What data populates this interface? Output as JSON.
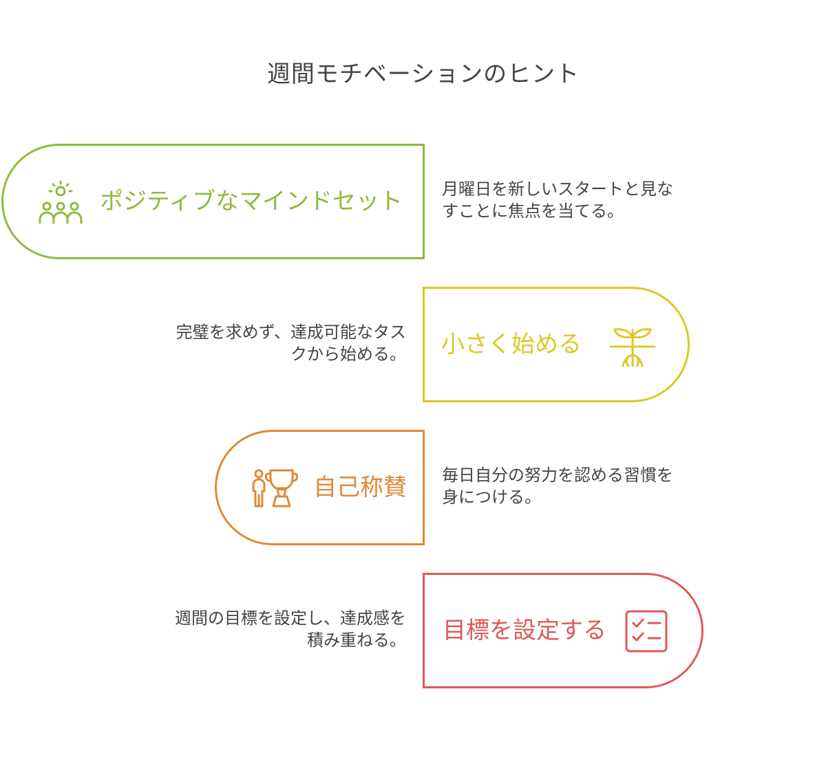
{
  "title": "週間モチベーションのヒント",
  "steps": [
    {
      "label": "ポジティブなマインドセット",
      "icon": "group-people-icon",
      "color": "#8ebb3c",
      "description_lines": [
        "月曜日を新しいスタートと見な",
        "すことに焦点を当てる。"
      ]
    },
    {
      "label": "小さく始める",
      "icon": "sprout-icon",
      "color": "#dcc825",
      "description_lines": [
        "完璧を求めず、達成可能なタス",
        "クから始める。"
      ]
    },
    {
      "label": "自己称賛",
      "icon": "trophy-person-icon",
      "color": "#df8a35",
      "description_lines": [
        "毎日自分の努力を認める習慣を",
        "身につける。"
      ]
    },
    {
      "label": "目標を設定する",
      "icon": "checklist-icon",
      "color": "#e05858",
      "description_lines": [
        "週間の目標を設定し、達成感を",
        "積み重ねる。"
      ]
    }
  ]
}
